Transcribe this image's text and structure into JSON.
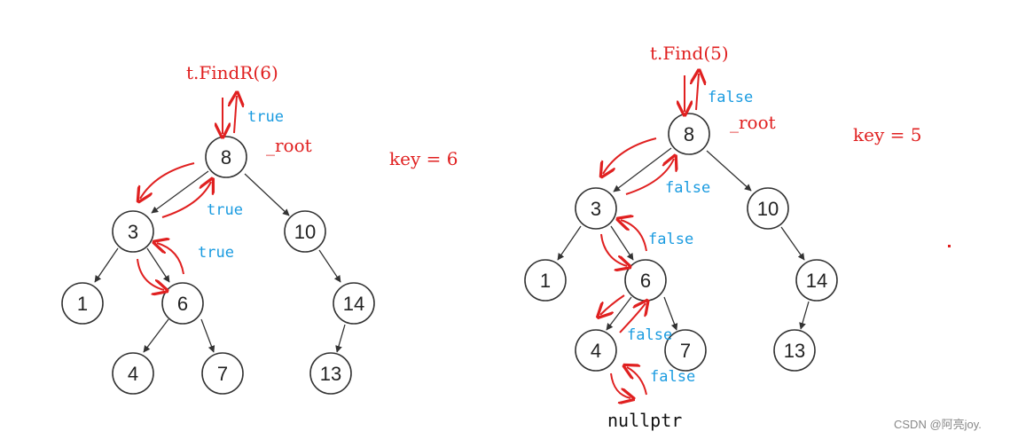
{
  "colors": {
    "trace": "#e02020",
    "return_value": "#1a9be0",
    "node_stroke": "#333333"
  },
  "left": {
    "call": "t.FindR(6)",
    "root_label": "_root",
    "key_label": "key = 6",
    "nodes": {
      "n8": "8",
      "n3": "3",
      "n10": "10",
      "n1": "1",
      "n6": "6",
      "n14": "14",
      "n4": "4",
      "n7": "7",
      "n13": "13"
    },
    "returns": {
      "r1": "true",
      "r2": "true",
      "r3": "true"
    }
  },
  "right": {
    "call": "t.Find(5)",
    "root_label": "_root",
    "key_label": "key =  5",
    "nodes": {
      "n8": "8",
      "n3": "3",
      "n10": "10",
      "n1": "1",
      "n6": "6",
      "n14": "14",
      "n4": "4",
      "n7": "7",
      "n13": "13"
    },
    "returns": {
      "r1": "false",
      "r2": "false",
      "r3": "false",
      "r4": "false",
      "r5": "false"
    },
    "nullptr": "nullptr"
  },
  "watermark": "CSDN @阿亮joy."
}
